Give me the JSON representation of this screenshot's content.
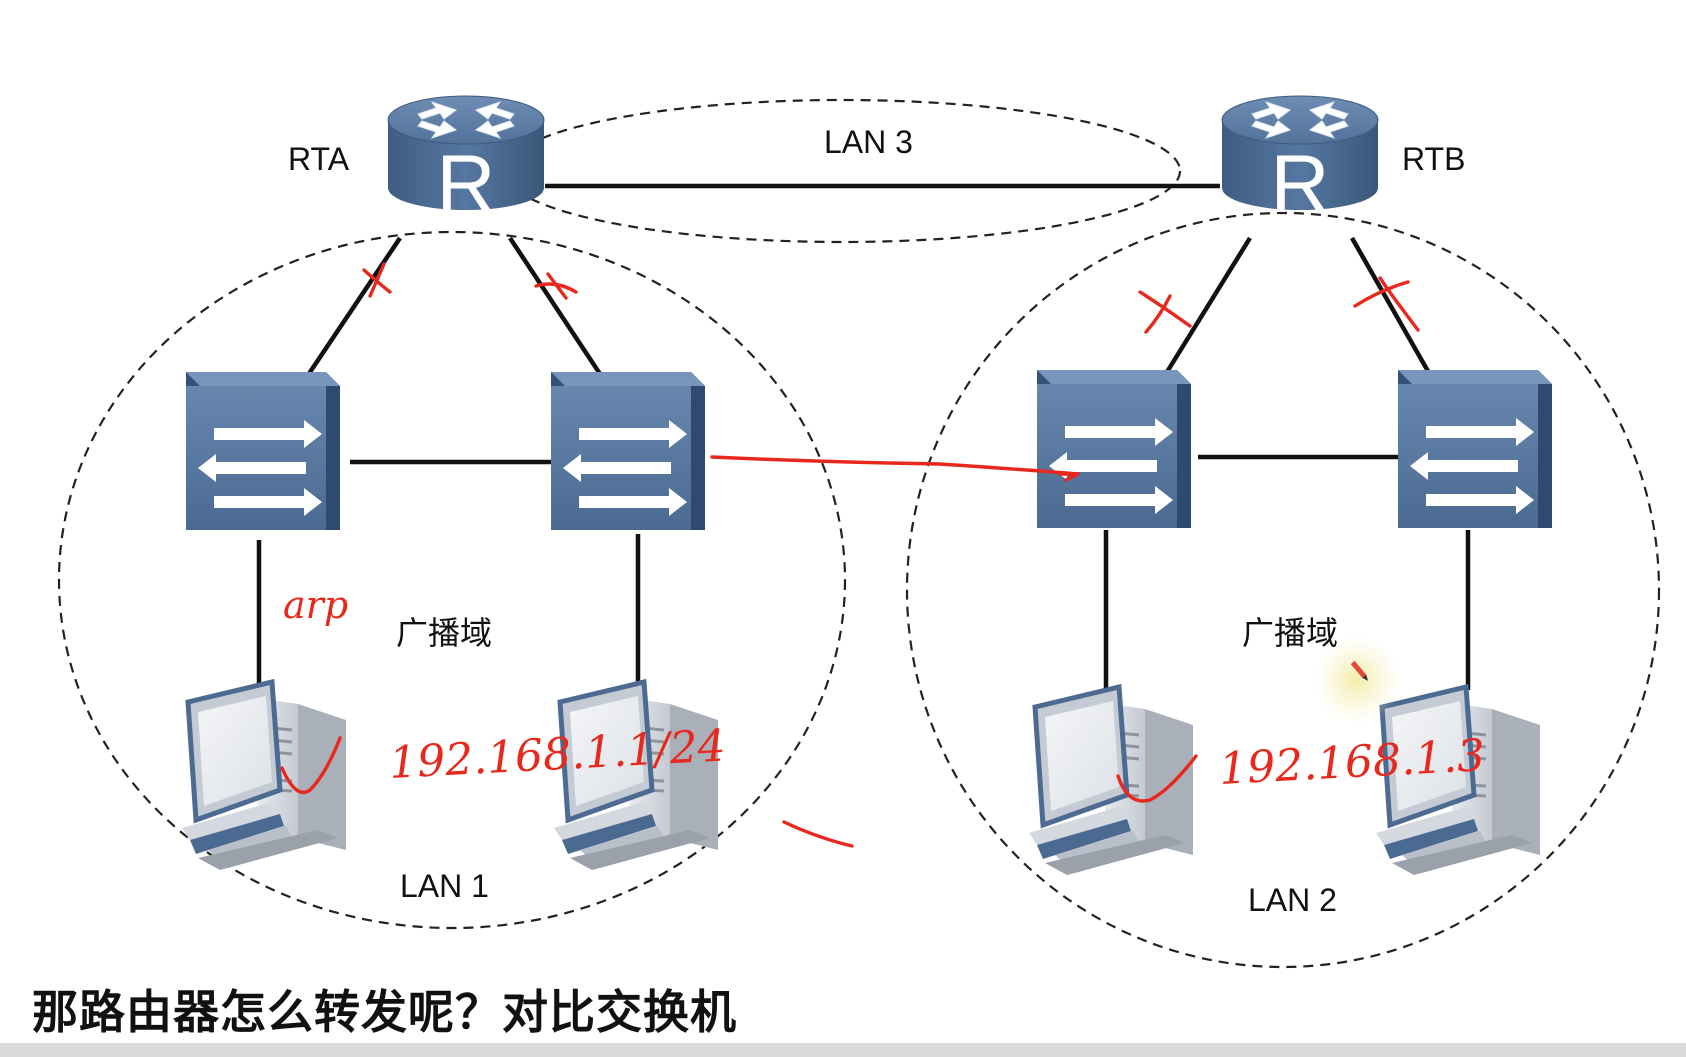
{
  "routers": [
    {
      "label": "RTA",
      "icon": "router-icon",
      "glyph": "R"
    },
    {
      "label": "RTB",
      "icon": "router-icon",
      "glyph": "R"
    }
  ],
  "lans": [
    {
      "label": "LAN 1"
    },
    {
      "label": "LAN 2"
    },
    {
      "label": "LAN 3"
    }
  ],
  "broadcast_domain_labels": [
    "广播域",
    "广播域"
  ],
  "caption": "那路由器怎么转发呢？对比交换机",
  "annotations": {
    "arp": "arp",
    "subnet_left": "192.168.1.1/24",
    "subnet_right": "192.168.1.3"
  },
  "colors": {
    "device_blue": "#4a6a91",
    "device_dark": "#34506f",
    "pc_gray": "#c9ced6",
    "ink_red": "#e8281c",
    "cursor_highlight": "#f6efb0"
  }
}
